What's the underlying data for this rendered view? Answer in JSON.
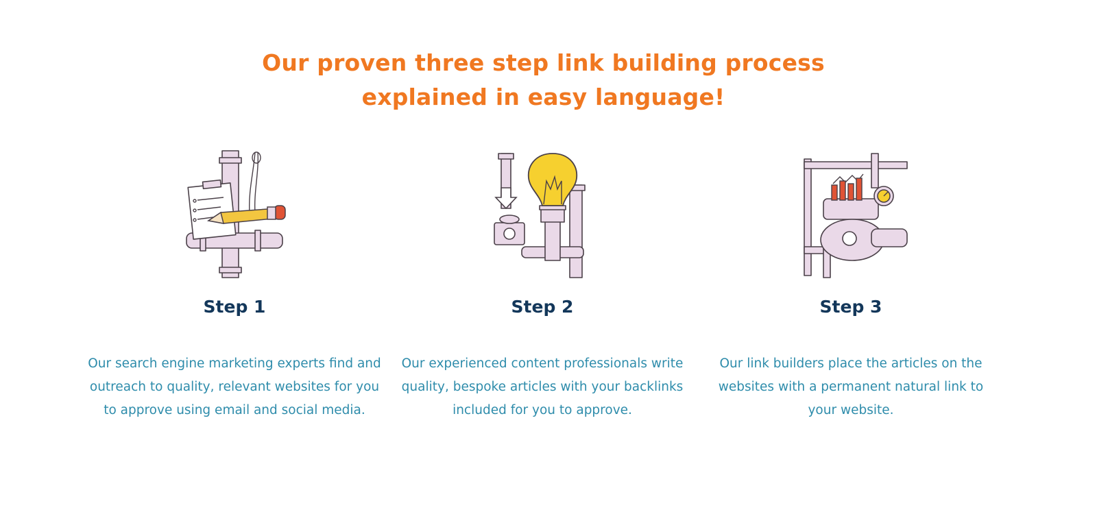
{
  "headline": {
    "line1": "Our proven three step link building process",
    "line2": "explained in easy language!"
  },
  "colors": {
    "headline": "#f07821",
    "step_title": "#13375a",
    "step_text": "#2e8cab",
    "pipe_fill": "#ead9e8",
    "outline": "#4a4048",
    "bulb": "#f6d02f",
    "accent_red": "#e05335"
  },
  "steps": [
    {
      "title": "Step 1",
      "icon": "clipboard-pencil-pipes-illustration",
      "text": "Our search engine marketing experts find and outreach to quality, relevant websites for you to approve using email and social media."
    },
    {
      "title": "Step 2",
      "icon": "lightbulb-pipes-illustration",
      "text": "Our experienced content professionals write quality, bespoke articles with your backlinks included for you to approve."
    },
    {
      "title": "Step 3",
      "icon": "chart-gauge-pipes-illustration",
      "text": "Our link builders place the articles on the websites with a permanent natural link to your website."
    }
  ]
}
